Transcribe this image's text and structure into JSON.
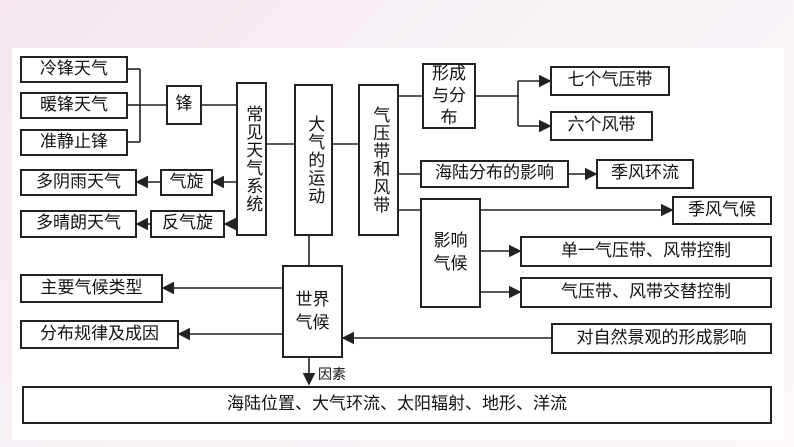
{
  "diagram": {
    "left_fronts": [
      "冷锋天气",
      "暖锋天气",
      "准静止锋"
    ],
    "front": "锋",
    "common_weather": "常见天气系统",
    "cyclone": "气旋",
    "cyclone_weather": "多阴雨天气",
    "anticyclone": "反气旋",
    "anticyclone_weather": "多晴朗天气",
    "atmos_motion": "大气的运动",
    "pressure_wind": "气压带和风带",
    "formation": "形成与分布",
    "seven_belts": "七个气压带",
    "six_belts": "六个风带",
    "land_sea": "海陆分布的影响",
    "monsoon_circ": "季风环流",
    "influence_climate": "影响气候",
    "monsoon_climate": "季风气候",
    "single_control": "单一气压带、风带控制",
    "alternate_control": "气压带、风带交替控制",
    "world_climate": "世界气候",
    "main_types": "主要气候类型",
    "distribution": "分布规律及成因",
    "landscape": "对自然景观的形成影响",
    "factors_label": "因素",
    "factors": "海陆位置、大气环流、太阳辐射、地形、洋流"
  },
  "colors": {
    "line": "#222222",
    "background": "#ffffff"
  }
}
